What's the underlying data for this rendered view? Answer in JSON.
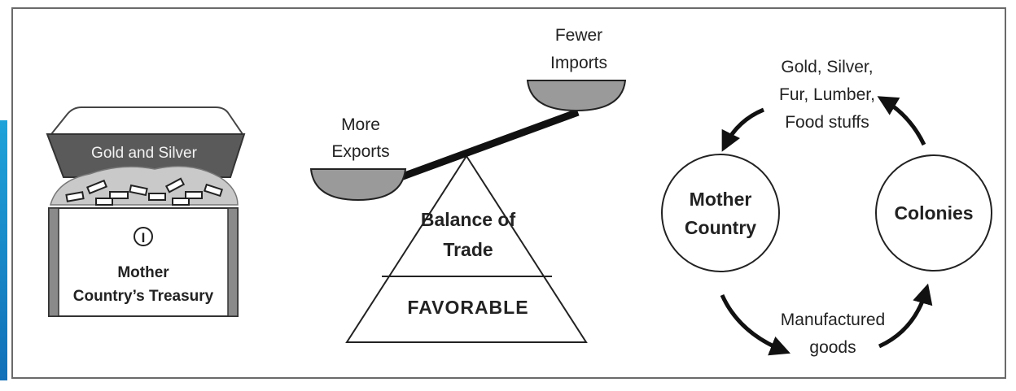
{
  "treasury": {
    "band_label": "Gold and Silver",
    "lock_glyph": "I",
    "caption_line1": "Mother",
    "caption_line2": "Country’s Treasury"
  },
  "balance": {
    "right_pan_line1": "Fewer",
    "right_pan_line2": "Imports",
    "left_pan_line1": "More",
    "left_pan_line2": "Exports",
    "title_line1": "Balance of",
    "title_line2": "Trade",
    "base_label": "FAVORABLE"
  },
  "cycle": {
    "mother_line1": "Mother",
    "mother_line2": "Country",
    "colonies": "Colonies",
    "raw_line1": "Gold, Silver,",
    "raw_line2": "Fur, Lumber,",
    "raw_line3": "Food stuffs",
    "goods_line1": "Manufactured",
    "goods_line2": "goods"
  },
  "colors": {
    "accent_bar": "#1a8fd0",
    "treasury_band": "#5a5a5a",
    "pan_fill": "#9a9a9a"
  }
}
